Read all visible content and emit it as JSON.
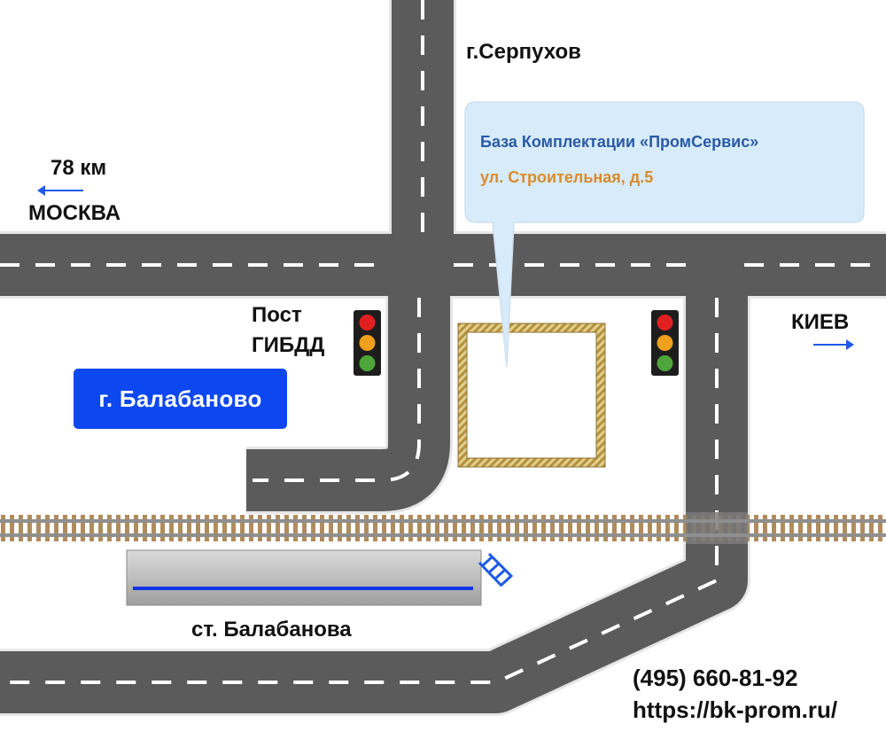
{
  "labels": {
    "serpukhov": "г.Серпухов",
    "distance": "78 км",
    "moscow": "МОСКВА",
    "kiev": "КИЕВ",
    "post_line1": "Пост",
    "post_line2": "ГИБДД",
    "city": "г. Балабаново",
    "station": "ст. Балабанова"
  },
  "callout": {
    "company": "База Комплектации «ПромСервис»",
    "address": "ул. Строительная, д.5"
  },
  "contacts": {
    "phone": "(495) 660-81-92",
    "website": "https://bk-prom.ru/"
  },
  "colors": {
    "road": "#5b5b5b",
    "road_edge": "#e8e8e8",
    "lane_mark": "#ffffff",
    "rail": "#8f8f8f",
    "sleeper": "#b08c5c",
    "building_border": "#c9a74a",
    "callout_bg": "#d7ebfa",
    "company_text": "#2a5aa6",
    "address_text": "#d98b2b",
    "city_badge": "#0c47f0",
    "direction_arrow": "#1f5ae6",
    "platform_line": "#1234e8"
  },
  "icons": {
    "traffic_light": "traffic-light-icon",
    "building": "building-outline-icon",
    "stairs": "stairs-icon",
    "arrow_left": "arrow-left-icon",
    "arrow_right": "arrow-right-icon"
  }
}
